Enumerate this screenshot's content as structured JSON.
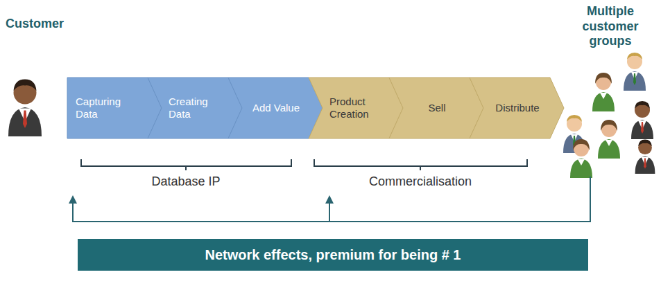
{
  "diagram": {
    "nodes": [
      {
        "text": [
          "Capturing Data"
        ]
      },
      {
        "text": [
          "Creating Data"
        ]
      },
      {
        "text": [
          "Add Value"
        ]
      },
      {
        "text": [
          "Product Creation"
        ]
      },
      {
        "text": [
          "Sell"
        ]
      },
      {
        "text": [
          "Distribute"
        ]
      },
      {
        "text": [
          "Network effects, premium for being # 1"
        ]
      }
    ],
    "labels": [
      "Customer",
      "Multiple customer groups",
      "Database IP",
      "Commercialisation"
    ]
  }
}
